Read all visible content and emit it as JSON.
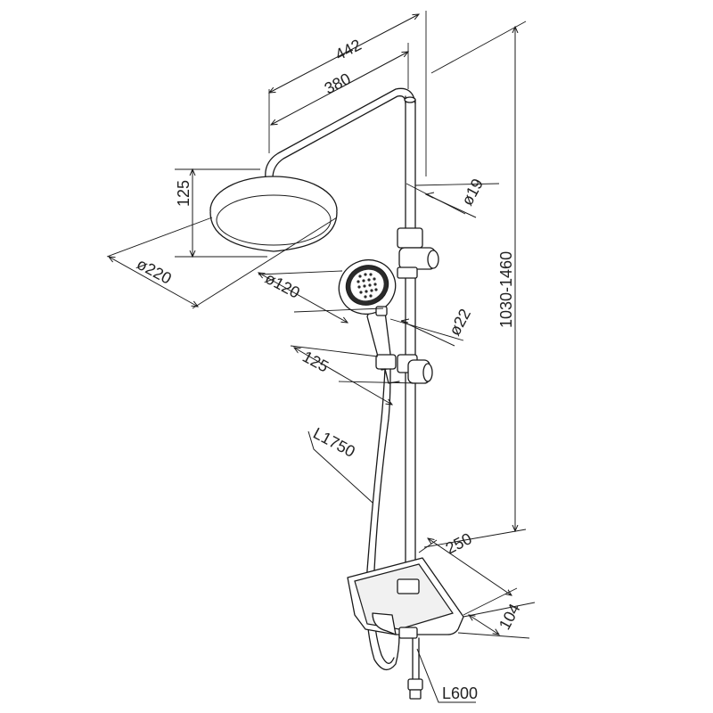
{
  "drawing": {
    "dimensions": {
      "overall_width": "442",
      "arm_reach": "380",
      "head_height": "125",
      "head_diameter": "ø220",
      "rail_diameter": "ø19",
      "hand_shower_diameter": "ø120",
      "hand_shower_handle": "ø22",
      "holder_offset": "125",
      "rail_height": "1030-1460",
      "hose_length": "L1750",
      "shelf_width": "250",
      "shelf_depth": "104",
      "inlet_hose": "L600"
    }
  },
  "colors": {
    "line": "#1a1a1a",
    "background": "#ffffff",
    "fill_light": "#f1f1f1"
  }
}
